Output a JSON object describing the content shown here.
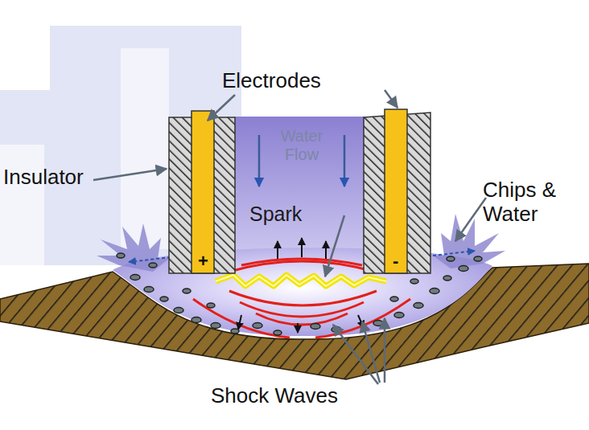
{
  "diagram": {
    "labels": [
      "Electrodes",
      "Insulator",
      "Water Flow",
      "Spark",
      "Chips & Water",
      "+",
      "-",
      "Shock Waves"
    ]
  }
}
